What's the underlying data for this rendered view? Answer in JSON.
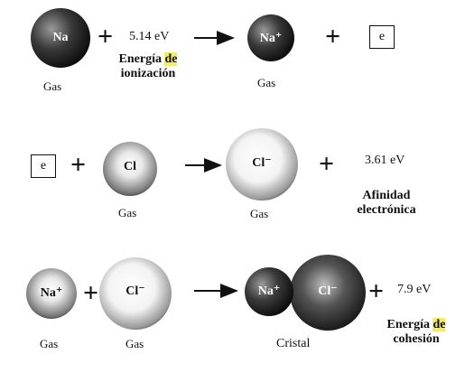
{
  "reaction1": {
    "na_atom": "Na",
    "plus1": "+",
    "energy": "5.14 eV",
    "energy_label_a": "Energía ",
    "energy_label_b": "de",
    "energy_label_c": "ionización",
    "na_ion": "Na⁺",
    "plus2": "+",
    "electron": "e",
    "gas_left": "Gas",
    "gas_right": "Gas"
  },
  "reaction2": {
    "electron": "e",
    "plus1": "+",
    "cl_atom": "Cl",
    "cl_ion": "Cl⁻",
    "plus2": "+",
    "energy": "3.61 eV",
    "label_a": "Afinidad",
    "label_b": "electrónica",
    "gas_cl": "Gas",
    "gas_ion": "Gas"
  },
  "reaction3": {
    "na_ion": "Na⁺",
    "plus1": "+",
    "cl_ion": "Cl⁻",
    "crystal_na": "Na⁺",
    "crystal_cl": "Cl⁻",
    "plus2": "+",
    "energy": "7.9 eV",
    "label_a": "Energía ",
    "label_b": "de",
    "label_c": "cohesión",
    "gas_na": "Gas",
    "gas_cl": "Gas",
    "crystal": "Cristal"
  },
  "colors": {
    "highlight": "#f2ec6c",
    "ink": "#111111"
  }
}
